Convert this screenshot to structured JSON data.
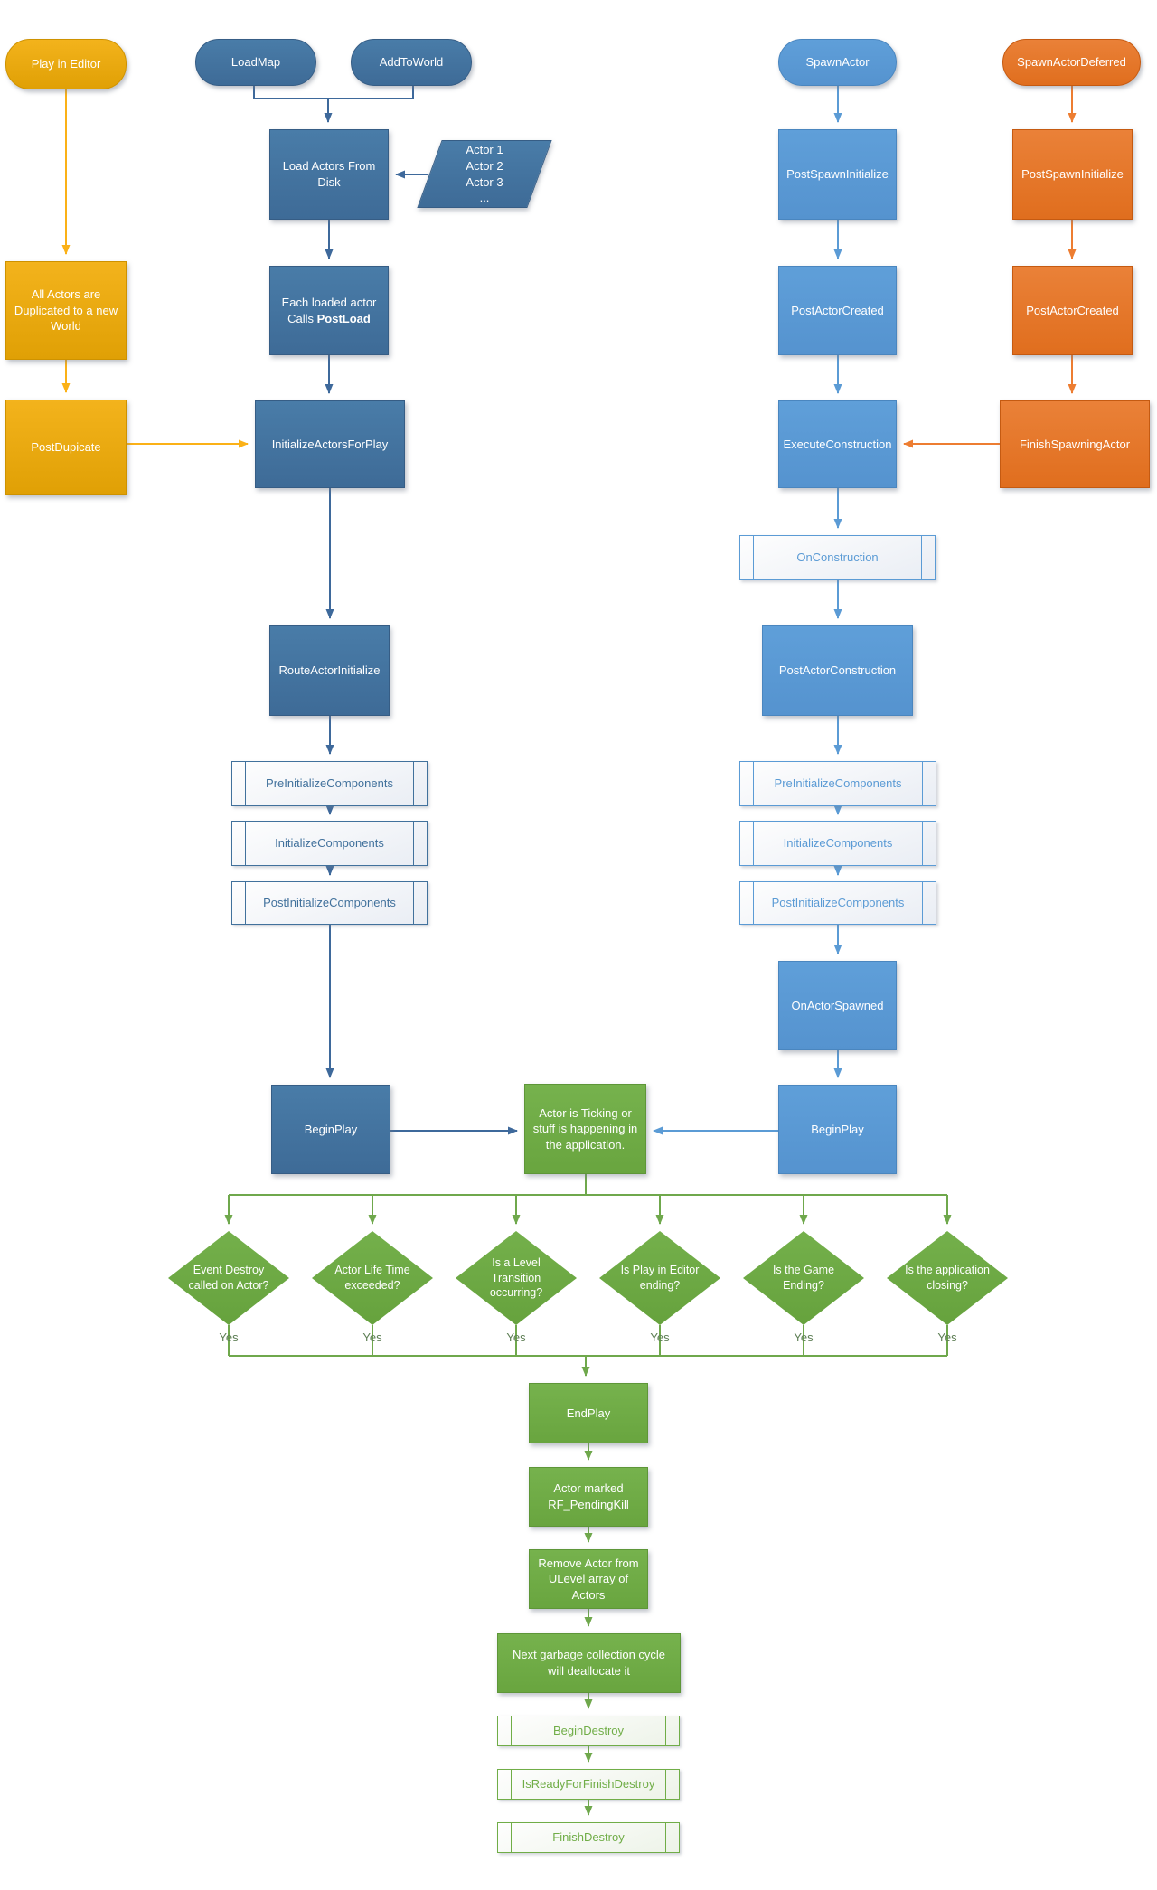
{
  "colors": {
    "dark_blue": "#3F6E9B",
    "dark_blue_border": "#365D85",
    "light_blue": "#5B9BD5",
    "light_blue_border": "#4A86BF",
    "orange": "#E3752B",
    "orange_border": "#C55A11",
    "yellow": "#EAA90F",
    "yellow_border": "#CE9200",
    "green": "#70AD47",
    "green_border": "#5E9638",
    "connector_yellow": "#FBB117",
    "connector_dark_blue": "#3E699B",
    "connector_light_blue": "#5B9BD5",
    "connector_orange": "#ED7D31",
    "connector_green": "#6FA84C"
  },
  "labels": {
    "play_in_editor": "Play in Editor",
    "load_map": "LoadMap",
    "add_to_world": "AddToWorld",
    "spawn_actor": "SpawnActor",
    "spawn_actor_deferred": "SpawnActorDeferred",
    "load_actors_from_disk": "Load Actors From\nDisk",
    "actor_list": "Actor 1\nActor 2\nActor 3\n...",
    "all_actors_duplicated": "All Actors are\nDuplicated to a new\nWorld",
    "each_loaded_line1": "Each loaded actor",
    "each_loaded_line2_prefix": "Calls ",
    "each_loaded_line2_bold": "PostLoad",
    "post_dupicate": "PostDupicate",
    "initialize_actors_for_play": "InitializeActorsForPlay",
    "post_spawn_initialize": "PostSpawnInitialize",
    "post_actor_created": "PostActorCreated",
    "execute_construction": "ExecuteConstruction",
    "finish_spawning_actor": "FinishSpawningActor",
    "on_construction": "OnConstruction",
    "route_actor_initialize": "RouteActorInitialize",
    "post_actor_construction": "PostActorConstruction",
    "pre_initialize_components": "PreInitializeComponents",
    "initialize_components": "InitializeComponents",
    "post_initialize_components": "PostInitializeComponents",
    "on_actor_spawned": "OnActorSpawned",
    "begin_play": "BeginPlay",
    "actor_ticking": "Actor is Ticking or\nstuff is happening in\nthe application.",
    "end_play": "EndPlay",
    "actor_marked_pending_kill": "Actor marked\nRF_PendingKill",
    "remove_actor": "Remove Actor from\nULevel array of\nActors",
    "next_garbage": "Next garbage collection cycle\nwill deallocate it",
    "begin_destroy": "BeginDestroy",
    "is_ready_for_finish_destroy": "IsReadyForFinishDestroy",
    "finish_destroy": "FinishDestroy",
    "yes": "Yes"
  },
  "decisions": [
    "Event Destroy\ncalled on Actor?",
    "Actor Life Time\nexceeded?",
    "Is a Level\nTransition\noccurring?",
    "Is Play in Editor\nending?",
    "Is the Game\nEnding?",
    "Is the application\nclosing?"
  ]
}
